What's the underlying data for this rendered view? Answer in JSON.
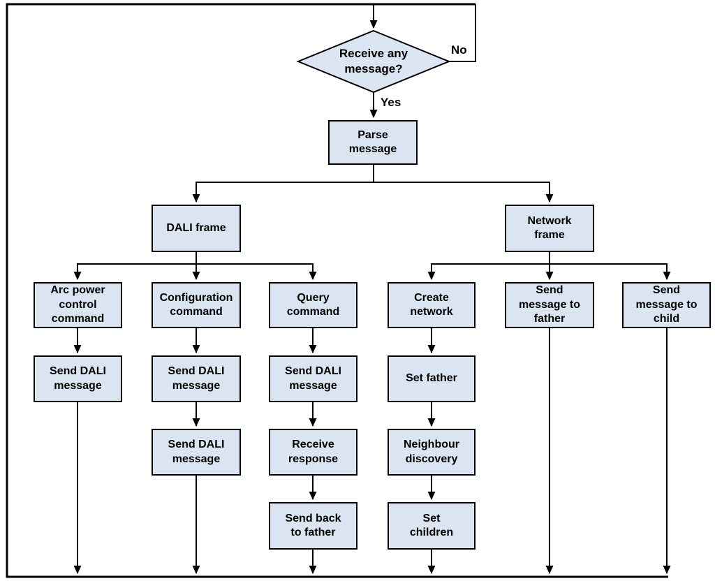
{
  "flowchart": {
    "start_decision": {
      "label": "Receive any\nmessage?",
      "no_label": "No",
      "yes_label": "Yes"
    },
    "nodes": {
      "parse_message": "Parse\nmessage",
      "dali_frame": "DALI frame",
      "network_frame": "Network\nframe",
      "arc_power_command": "Arc power\ncontrol\ncommand",
      "arc_send_dali": "Send DALI\nmessage",
      "configuration_command": "Configuration\ncommand",
      "config_send_dali_1": "Send DALI\nmessage",
      "config_send_dali_2": "Send DALI\nmessage",
      "query_command": "Query\ncommand",
      "query_send_dali": "Send DALI\nmessage",
      "receive_response": "Receive\nresponse",
      "send_back_to_father": "Send back\nto father",
      "create_network": "Create\nnetwork",
      "set_father": "Set father",
      "neighbour_discovery": "Neighbour\ndiscovery",
      "set_children": "Set\nchildren",
      "send_message_to_father": "Send\nmessage to\nfather",
      "send_message_to_child": "Send\nmessage to\nchild"
    },
    "colors": {
      "node_fill": "#dbe5f1",
      "node_border": "#000000",
      "connector": "#000000",
      "canvas": "#ffffff"
    }
  }
}
